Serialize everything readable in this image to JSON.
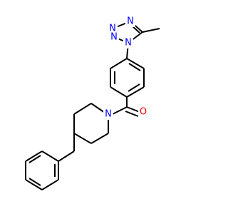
{
  "molecule": {
    "atoms": [
      {
        "id": "tetrazole-n4",
        "symbol": "N",
        "color": "#0000ff"
      },
      {
        "id": "tetrazole-n3",
        "symbol": "N",
        "color": "#0000ff"
      },
      {
        "id": "tetrazole-n2",
        "symbol": "N",
        "color": "#0000ff"
      },
      {
        "id": "tetrazole-n1",
        "symbol": "N",
        "color": "#0000ff"
      },
      {
        "id": "piperidine-n",
        "symbol": "N",
        "color": "#0000ff"
      },
      {
        "id": "carbonyl-o",
        "symbol": "O",
        "color": "#ff0000"
      }
    ]
  }
}
